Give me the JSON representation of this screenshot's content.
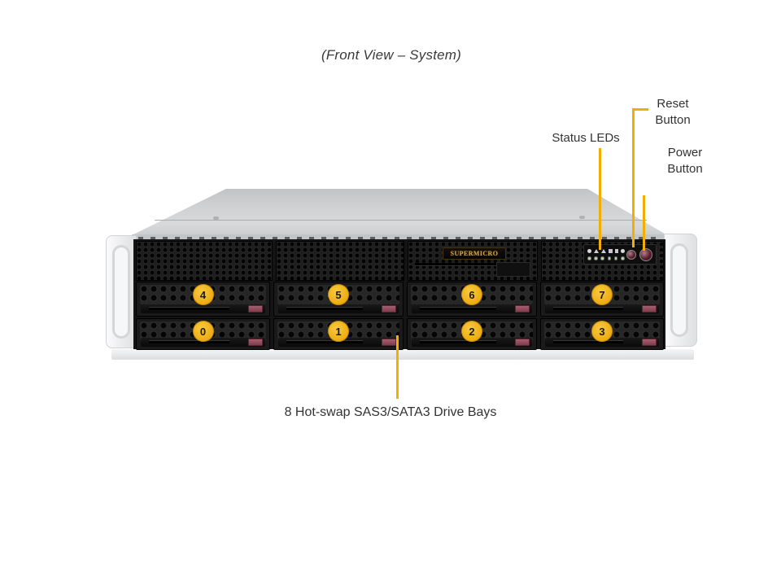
{
  "figure": {
    "title": "(Front View – System)"
  },
  "callouts": {
    "reset": {
      "line1": "Reset",
      "line2": "Button"
    },
    "status": {
      "label": "Status LEDs"
    },
    "power": {
      "line1": "Power",
      "line2": "Button"
    },
    "drive_bays": {
      "label": "8 Hot-swap SAS3/SATA3 Drive Bays"
    }
  },
  "server": {
    "brand": "SUPERMICRO",
    "drive_bays": {
      "top_row": [
        "4",
        "5",
        "6",
        "7"
      ],
      "bottom_row": [
        "0",
        "1",
        "2",
        "3"
      ]
    },
    "control_panel": {
      "status_led_icons": [
        "info-led-icon",
        "power-led-icon",
        "overheat-led-icon",
        "nic1-led-icon",
        "nic2-led-icon",
        "hdd-led-icon"
      ],
      "buttons": [
        "reset-button",
        "power-button"
      ]
    }
  },
  "colors": {
    "callout_accent": "#F2AE01",
    "bay_number_fill": "#EEAD12",
    "latch": "#8F4A5C",
    "label_text": "#333333",
    "chassis_lid": "#D2D3D5",
    "chassis_face": "#141414"
  }
}
